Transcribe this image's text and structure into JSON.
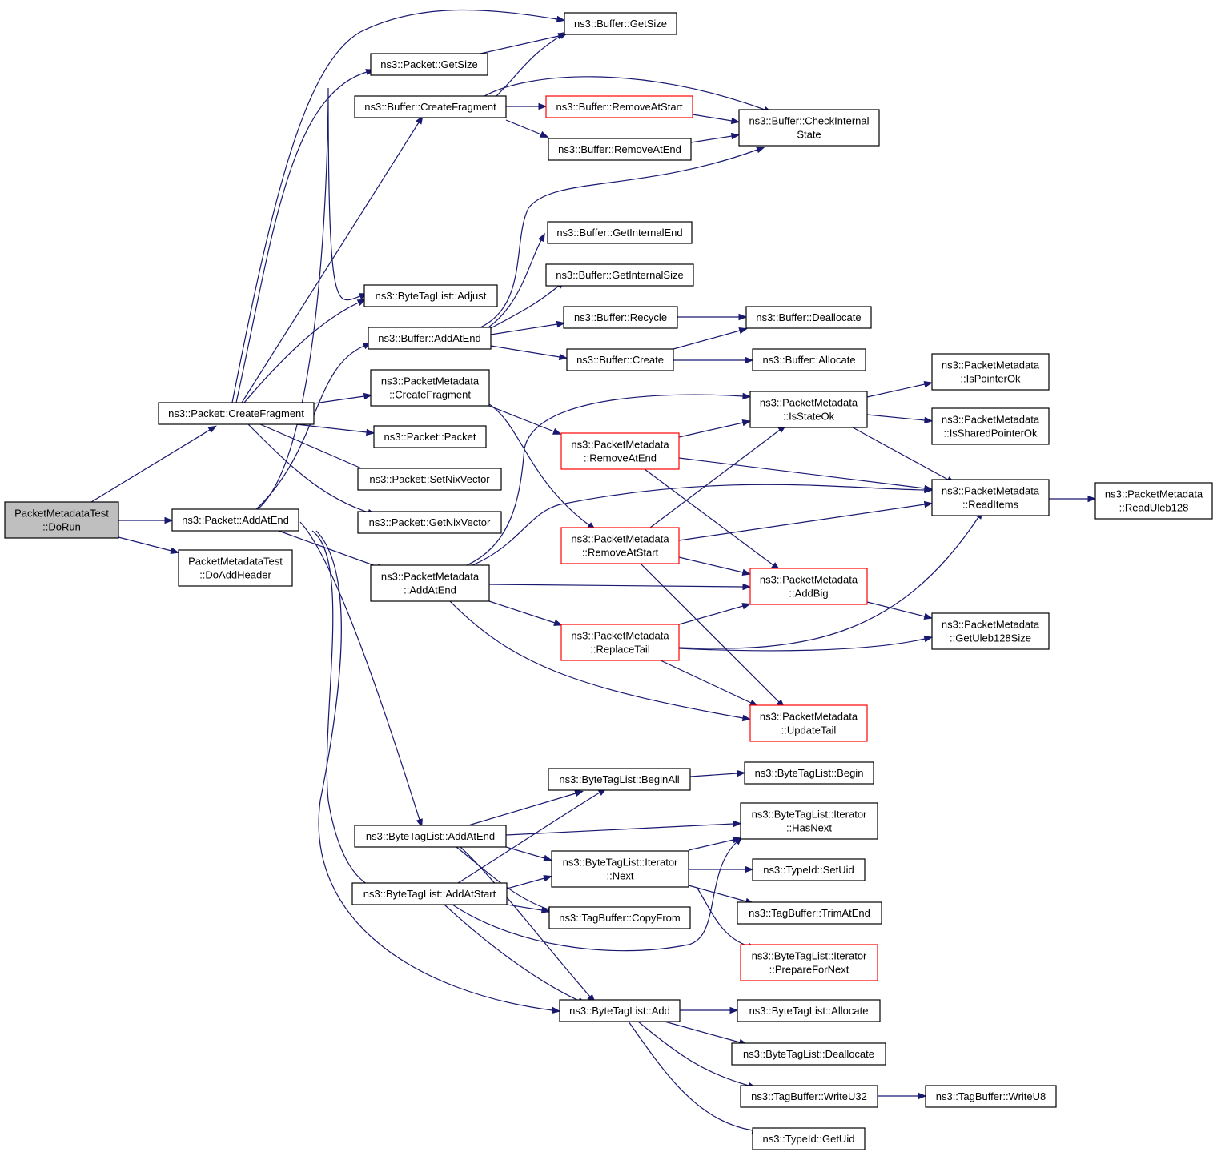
{
  "diagram": {
    "type": "call-graph",
    "nodes": [
      {
        "id": "doRun",
        "lines": [
          "PacketMetadataTest",
          "::DoRun"
        ],
        "style": "root"
      },
      {
        "id": "createFragPkt",
        "lines": [
          "ns3::Packet::CreateFragment"
        ]
      },
      {
        "id": "addAtEndPkt",
        "lines": [
          "ns3::Packet::AddAtEnd"
        ]
      },
      {
        "id": "doAddHeader",
        "lines": [
          "PacketMetadataTest",
          "::DoAddHeader"
        ]
      },
      {
        "id": "bufGetSize",
        "lines": [
          "ns3::Buffer::GetSize"
        ]
      },
      {
        "id": "pktGetSize",
        "lines": [
          "ns3::Packet::GetSize"
        ]
      },
      {
        "id": "bufCreateFrag",
        "lines": [
          "ns3::Buffer::CreateFragment"
        ]
      },
      {
        "id": "bufRemoveAtStart",
        "lines": [
          "ns3::Buffer::RemoveAtStart"
        ],
        "style": "red"
      },
      {
        "id": "bufRemoveAtEnd",
        "lines": [
          "ns3::Buffer::RemoveAtEnd"
        ]
      },
      {
        "id": "bufCheckInternal",
        "lines": [
          "ns3::Buffer::CheckInternal",
          "State"
        ]
      },
      {
        "id": "bufGetInternalEnd",
        "lines": [
          "ns3::Buffer::GetInternalEnd"
        ]
      },
      {
        "id": "bufGetInternalSize",
        "lines": [
          "ns3::Buffer::GetInternalSize"
        ]
      },
      {
        "id": "btlAdjust",
        "lines": [
          "ns3::ByteTagList::Adjust"
        ]
      },
      {
        "id": "bufRecycle",
        "lines": [
          "ns3::Buffer::Recycle"
        ]
      },
      {
        "id": "bufDeallocate",
        "lines": [
          "ns3::Buffer::Deallocate"
        ]
      },
      {
        "id": "bufAddAtEnd",
        "lines": [
          "ns3::Buffer::AddAtEnd"
        ]
      },
      {
        "id": "bufCreate",
        "lines": [
          "ns3::Buffer::Create"
        ]
      },
      {
        "id": "bufAllocate",
        "lines": [
          "ns3::Buffer::Allocate"
        ]
      },
      {
        "id": "pmCreateFrag",
        "lines": [
          "ns3::PacketMetadata",
          "::CreateFragment"
        ]
      },
      {
        "id": "pmIsPointerOk",
        "lines": [
          "ns3::PacketMetadata",
          "::IsPointerOk"
        ]
      },
      {
        "id": "pmIsStateOk",
        "lines": [
          "ns3::PacketMetadata",
          "::IsStateOk"
        ]
      },
      {
        "id": "pmIsSharedPointerOk",
        "lines": [
          "ns3::PacketMetadata",
          "::IsSharedPointerOk"
        ]
      },
      {
        "id": "pmRemoveAtEnd",
        "lines": [
          "ns3::PacketMetadata",
          "::RemoveAtEnd"
        ],
        "style": "red"
      },
      {
        "id": "pktPacket",
        "lines": [
          "ns3::Packet::Packet"
        ]
      },
      {
        "id": "pktSetNix",
        "lines": [
          "ns3::Packet::SetNixVector"
        ]
      },
      {
        "id": "pmReadItems",
        "lines": [
          "ns3::PacketMetadata",
          "::ReadItems"
        ]
      },
      {
        "id": "pmReadUleb",
        "lines": [
          "ns3::PacketMetadata",
          "::ReadUleb128"
        ]
      },
      {
        "id": "pktGetNix",
        "lines": [
          "ns3::Packet::GetNixVector"
        ]
      },
      {
        "id": "pmRemoveAtStart",
        "lines": [
          "ns3::PacketMetadata",
          "::RemoveAtStart"
        ],
        "style": "red"
      },
      {
        "id": "pmAddAtEnd",
        "lines": [
          "ns3::PacketMetadata",
          "::AddAtEnd"
        ]
      },
      {
        "id": "pmAddBig",
        "lines": [
          "ns3::PacketMetadata",
          "::AddBig"
        ],
        "style": "red"
      },
      {
        "id": "pmReplaceTail",
        "lines": [
          "ns3::PacketMetadata",
          "::ReplaceTail"
        ],
        "style": "red"
      },
      {
        "id": "pmGetUlebSize",
        "lines": [
          "ns3::PacketMetadata",
          "::GetUleb128Size"
        ]
      },
      {
        "id": "pmUpdateTail",
        "lines": [
          "ns3::PacketMetadata",
          "::UpdateTail"
        ],
        "style": "red"
      },
      {
        "id": "btlBeginAll",
        "lines": [
          "ns3::ByteTagList::BeginAll"
        ]
      },
      {
        "id": "btlBegin",
        "lines": [
          "ns3::ByteTagList::Begin"
        ]
      },
      {
        "id": "btlIterHasNext",
        "lines": [
          "ns3::ByteTagList::Iterator",
          "::HasNext"
        ]
      },
      {
        "id": "btlAddAtEnd",
        "lines": [
          "ns3::ByteTagList::AddAtEnd"
        ]
      },
      {
        "id": "btlIterNext",
        "lines": [
          "ns3::ByteTagList::Iterator",
          "::Next"
        ]
      },
      {
        "id": "typeIdSetUid",
        "lines": [
          "ns3::TypeId::SetUid"
        ]
      },
      {
        "id": "btlAddAtStart",
        "lines": [
          "ns3::ByteTagList::AddAtStart"
        ]
      },
      {
        "id": "tbTrimAtEnd",
        "lines": [
          "ns3::TagBuffer::TrimAtEnd"
        ]
      },
      {
        "id": "tbCopyFrom",
        "lines": [
          "ns3::TagBuffer::CopyFrom"
        ]
      },
      {
        "id": "btlIterPrepare",
        "lines": [
          "ns3::ByteTagList::Iterator",
          "::PrepareForNext"
        ],
        "style": "red"
      },
      {
        "id": "btlAdd",
        "lines": [
          "ns3::ByteTagList::Add"
        ]
      },
      {
        "id": "btlAllocate",
        "lines": [
          "ns3::ByteTagList::Allocate"
        ]
      },
      {
        "id": "btlDeallocate",
        "lines": [
          "ns3::ByteTagList::Deallocate"
        ]
      },
      {
        "id": "tbWriteU32",
        "lines": [
          "ns3::TagBuffer::WriteU32"
        ]
      },
      {
        "id": "tbWriteU8",
        "lines": [
          "ns3::TagBuffer::WriteU8"
        ]
      },
      {
        "id": "typeIdGetUid",
        "lines": [
          "ns3::TypeId::GetUid"
        ]
      }
    ],
    "edges": [
      {
        "from": "doRun",
        "to": "createFragPkt"
      },
      {
        "from": "doRun",
        "to": "addAtEndPkt"
      },
      {
        "from": "doRun",
        "to": "doAddHeader"
      },
      {
        "from": "createFragPkt",
        "to": "bufGetSize"
      },
      {
        "from": "createFragPkt",
        "to": "pktGetSize"
      },
      {
        "from": "createFragPkt",
        "to": "bufCreateFrag"
      },
      {
        "from": "createFragPkt",
        "to": "btlAdjust"
      },
      {
        "from": "createFragPkt",
        "to": "pmCreateFrag"
      },
      {
        "from": "createFragPkt",
        "to": "pktPacket"
      },
      {
        "from": "createFragPkt",
        "to": "pktSetNix"
      },
      {
        "from": "createFragPkt",
        "to": "pktGetNix"
      },
      {
        "from": "addAtEndPkt",
        "to": "btlAdjust"
      },
      {
        "from": "addAtEndPkt",
        "to": "bufAddAtEnd"
      },
      {
        "from": "addAtEndPkt",
        "to": "pmAddAtEnd"
      },
      {
        "from": "addAtEndPkt",
        "to": "btlAddAtEnd"
      },
      {
        "from": "addAtEndPkt",
        "to": "btlAddAtStart"
      },
      {
        "from": "addAtEndPkt",
        "to": "btlAdd"
      },
      {
        "from": "pktGetSize",
        "to": "bufGetSize"
      },
      {
        "from": "bufCreateFrag",
        "to": "bufGetSize"
      },
      {
        "from": "bufCreateFrag",
        "to": "bufRemoveAtStart"
      },
      {
        "from": "bufCreateFrag",
        "to": "bufRemoveAtEnd"
      },
      {
        "from": "bufCreateFrag",
        "to": "bufCheckInternal"
      },
      {
        "from": "bufRemoveAtStart",
        "to": "bufCheckInternal"
      },
      {
        "from": "bufRemoveAtEnd",
        "to": "bufCheckInternal"
      },
      {
        "from": "bufAddAtEnd",
        "to": "bufCheckInternal"
      },
      {
        "from": "bufAddAtEnd",
        "to": "bufGetInternalEnd"
      },
      {
        "from": "bufAddAtEnd",
        "to": "bufGetInternalSize"
      },
      {
        "from": "bufAddAtEnd",
        "to": "bufRecycle"
      },
      {
        "from": "bufAddAtEnd",
        "to": "bufCreate"
      },
      {
        "from": "bufRecycle",
        "to": "bufDeallocate"
      },
      {
        "from": "bufCreate",
        "to": "bufDeallocate"
      },
      {
        "from": "bufCreate",
        "to": "bufAllocate"
      },
      {
        "from": "pmCreateFrag",
        "to": "pmRemoveAtEnd"
      },
      {
        "from": "pmCreateFrag",
        "to": "pmRemoveAtStart"
      },
      {
        "from": "pmRemoveAtEnd",
        "to": "pmIsStateOk"
      },
      {
        "from": "pmRemoveAtEnd",
        "to": "pmReadItems"
      },
      {
        "from": "pmRemoveAtEnd",
        "to": "pmAddBig"
      },
      {
        "from": "pmIsStateOk",
        "to": "pmIsPointerOk"
      },
      {
        "from": "pmIsStateOk",
        "to": "pmIsSharedPointerOk"
      },
      {
        "from": "pmIsStateOk",
        "to": "pmReadItems"
      },
      {
        "from": "pmReadItems",
        "to": "pmReadUleb"
      },
      {
        "from": "pmRemoveAtStart",
        "to": "pmIsStateOk"
      },
      {
        "from": "pmRemoveAtStart",
        "to": "pmReadItems"
      },
      {
        "from": "pmRemoveAtStart",
        "to": "pmAddBig"
      },
      {
        "from": "pmRemoveAtStart",
        "to": "pmUpdateTail"
      },
      {
        "from": "pmAddAtEnd",
        "to": "pmIsStateOk"
      },
      {
        "from": "pmAddAtEnd",
        "to": "pmReadItems"
      },
      {
        "from": "pmAddAtEnd",
        "to": "pmAddBig"
      },
      {
        "from": "pmAddAtEnd",
        "to": "pmReplaceTail"
      },
      {
        "from": "pmAddAtEnd",
        "to": "pmUpdateTail"
      },
      {
        "from": "pmReplaceTail",
        "to": "pmAddBig"
      },
      {
        "from": "pmReplaceTail",
        "to": "pmReadItems"
      },
      {
        "from": "pmReplaceTail",
        "to": "pmGetUlebSize"
      },
      {
        "from": "pmReplaceTail",
        "to": "pmUpdateTail"
      },
      {
        "from": "pmAddBig",
        "to": "pmGetUlebSize"
      },
      {
        "from": "btlBeginAll",
        "to": "btlBegin"
      },
      {
        "from": "btlAddAtEnd",
        "to": "btlBeginAll"
      },
      {
        "from": "btlAddAtEnd",
        "to": "btlIterHasNext"
      },
      {
        "from": "btlAddAtEnd",
        "to": "btlIterNext"
      },
      {
        "from": "btlAddAtEnd",
        "to": "tbCopyFrom"
      },
      {
        "from": "btlAddAtEnd",
        "to": "btlAdd"
      },
      {
        "from": "btlAddAtStart",
        "to": "btlBeginAll"
      },
      {
        "from": "btlAddAtStart",
        "to": "btlIterNext"
      },
      {
        "from": "btlAddAtStart",
        "to": "tbCopyFrom"
      },
      {
        "from": "btlAddAtStart",
        "to": "btlIterHasNext"
      },
      {
        "from": "btlAddAtStart",
        "to": "btlAdd"
      },
      {
        "from": "btlIterNext",
        "to": "btlIterHasNext"
      },
      {
        "from": "btlIterNext",
        "to": "typeIdSetUid"
      },
      {
        "from": "btlIterNext",
        "to": "tbTrimAtEnd"
      },
      {
        "from": "btlIterNext",
        "to": "btlIterPrepare"
      },
      {
        "from": "btlAdd",
        "to": "btlAllocate"
      },
      {
        "from": "btlAdd",
        "to": "btlDeallocate"
      },
      {
        "from": "btlAdd",
        "to": "tbWriteU32"
      },
      {
        "from": "btlAdd",
        "to": "typeIdGetUid"
      },
      {
        "from": "tbWriteU32",
        "to": "tbWriteU8"
      }
    ]
  }
}
